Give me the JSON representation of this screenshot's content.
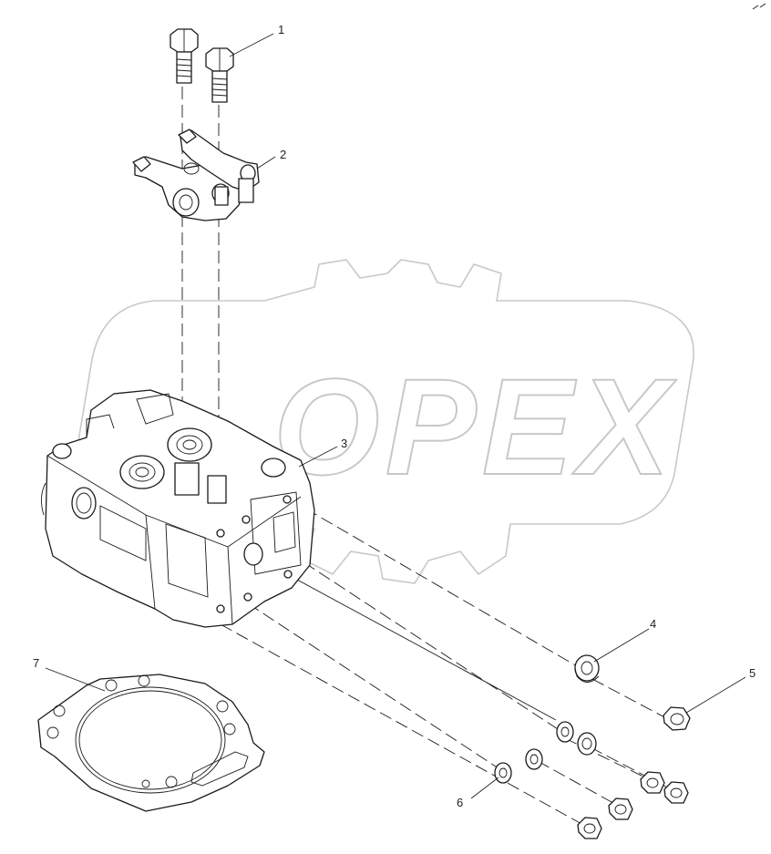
{
  "callouts": {
    "c1": "1",
    "c2": "2",
    "c3": "3",
    "c4": "4",
    "c5": "5",
    "c6": "6",
    "c7": "7"
  },
  "watermark": {
    "text": "OPEX"
  }
}
